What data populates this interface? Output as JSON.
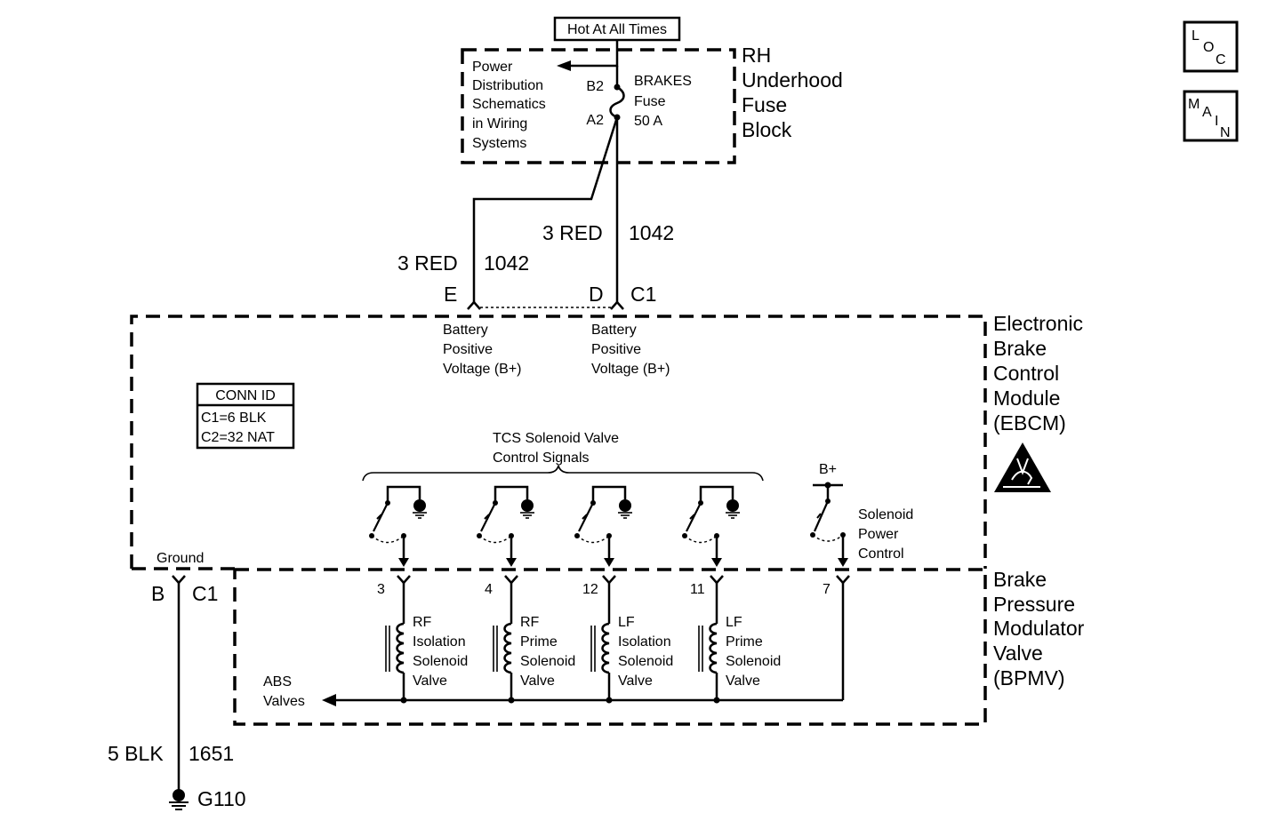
{
  "power_source": {
    "label": "Hot At All Times",
    "block_name": [
      "RH",
      "Underhood",
      "Fuse",
      "Block"
    ],
    "reference": [
      "Power",
      "Distribution",
      "Schematics",
      "in Wiring",
      "Systems"
    ],
    "pin_top": "B2",
    "pin_bottom": "A2",
    "fuse_name": "BRAKES",
    "fuse_word": "Fuse",
    "fuse_rating": "50 A"
  },
  "wires_upper": [
    {
      "gauge_color": "3 RED",
      "circuit": "1042"
    },
    {
      "gauge_color": "3 RED",
      "circuit": "1042"
    }
  ],
  "ebcm": {
    "name": [
      "Electronic",
      "Brake",
      "Control",
      "Module",
      "(EBCM)"
    ],
    "connector": "C1",
    "pin_e": "E",
    "pin_d": "D",
    "bplus_label_e": [
      "Battery",
      "Positive",
      "Voltage (B+)"
    ],
    "bplus_label_d": [
      "Battery",
      "Positive",
      "Voltage (B+)"
    ],
    "conn_id": {
      "title": "CONN ID",
      "rows": [
        "C1=6 BLK",
        "C2=32 NAT"
      ]
    },
    "tcs_label": [
      "TCS Solenoid Valve",
      "Control Signals"
    ],
    "bplus_supply": "B+",
    "solenoid_power": [
      "Solenoid",
      "Power",
      "Control"
    ],
    "ground_label": "Ground",
    "ground_pin": "B",
    "ground_connector": "C1"
  },
  "bpmv": {
    "name": [
      "Brake",
      "Pressure",
      "Modulator",
      "Valve",
      "(BPMV)"
    ],
    "abs_label": [
      "ABS",
      "Valves"
    ],
    "pins": [
      "3",
      "4",
      "12",
      "11",
      "7"
    ],
    "solenoids": [
      [
        "RF",
        "Isolation",
        "Solenoid",
        "Valve"
      ],
      [
        "RF",
        "Prime",
        "Solenoid",
        "Valve"
      ],
      [
        "LF",
        "Isolation",
        "Solenoid",
        "Valve"
      ],
      [
        "LF",
        "Prime",
        "Solenoid",
        "Valve"
      ]
    ]
  },
  "ground_wire": {
    "gauge_color": "5 BLK",
    "circuit": "1651",
    "ground_id": "G110"
  },
  "nav_buttons": {
    "loc": {
      "chars": [
        "L",
        "O",
        "C"
      ]
    },
    "main": {
      "chars": [
        "M",
        "A",
        "I",
        "N"
      ]
    }
  }
}
